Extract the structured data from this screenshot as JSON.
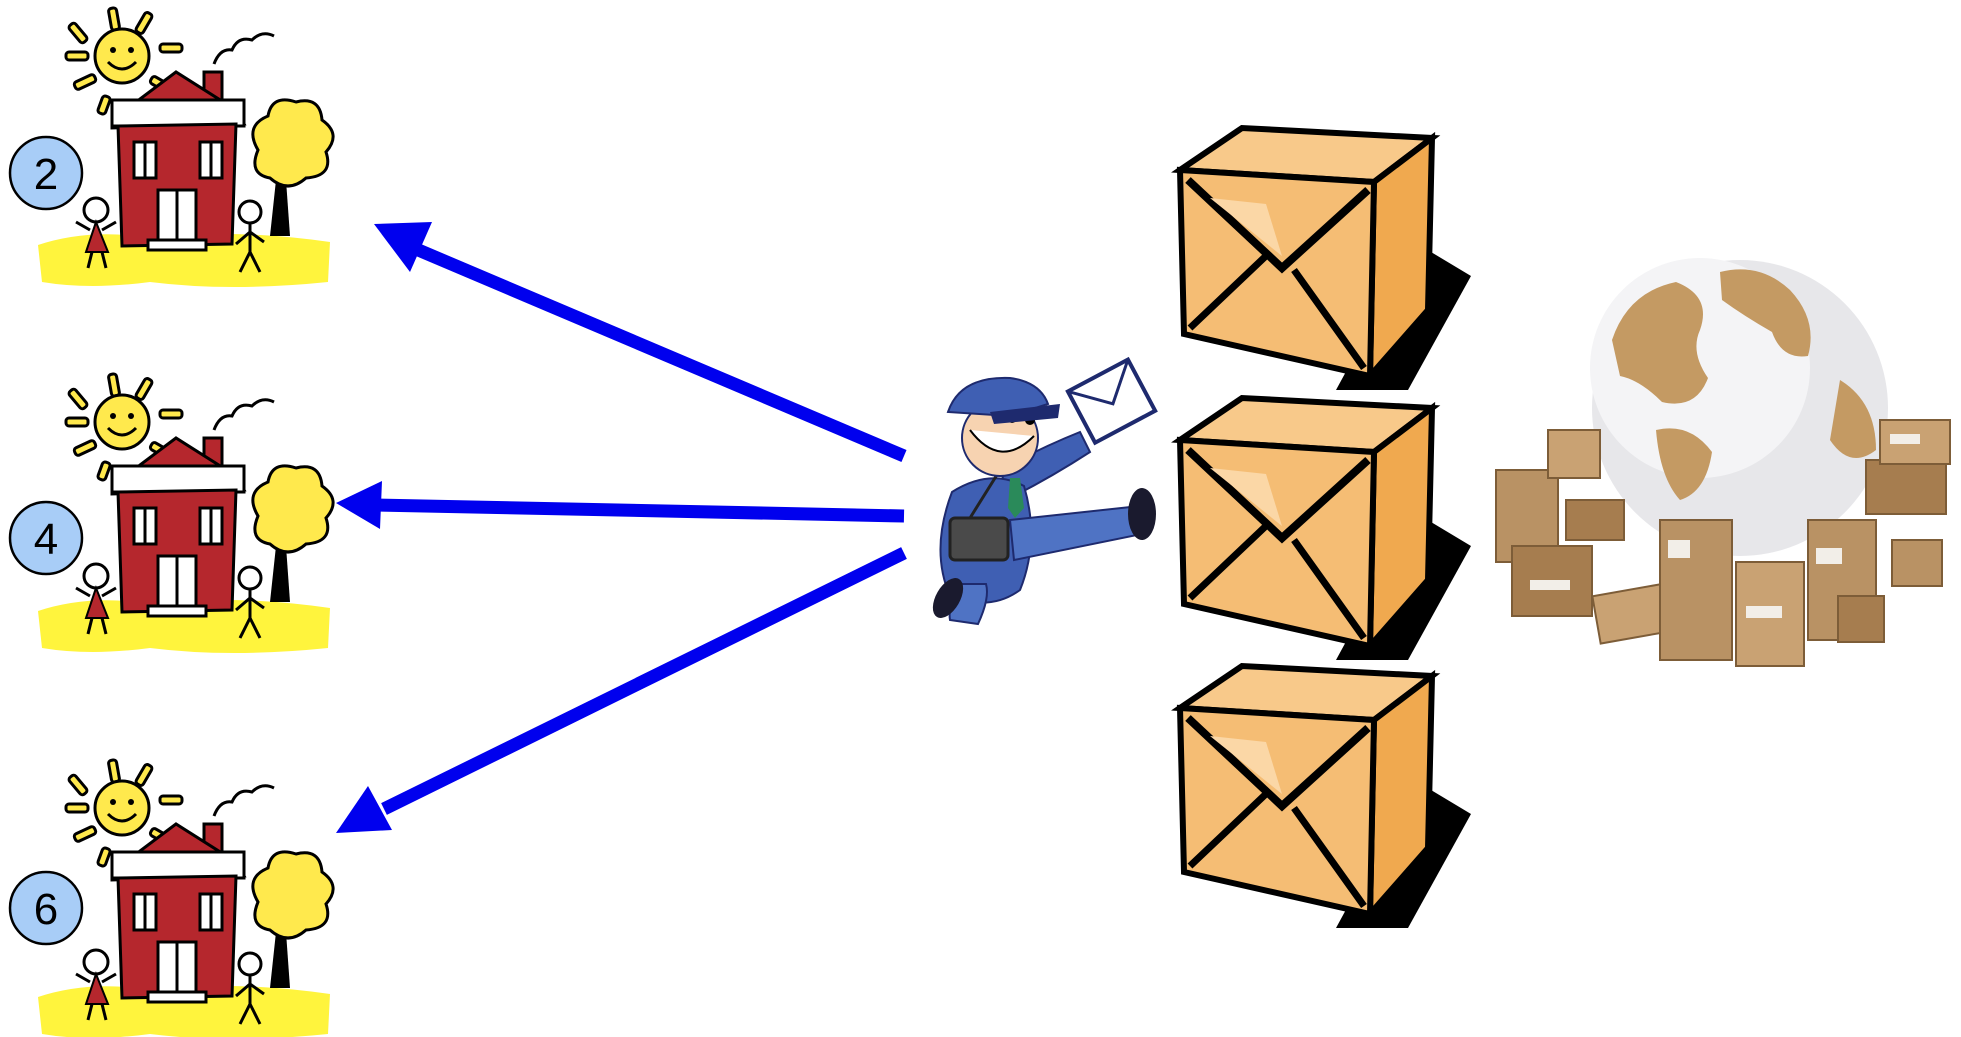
{
  "houses": [
    {
      "label": "2"
    },
    {
      "label": "4"
    },
    {
      "label": "6"
    }
  ],
  "colors": {
    "arrow": "#0000ee",
    "badge_fill": "#a8cdf7",
    "house_red": "#b5272d",
    "sun_yellow": "#ffe94d",
    "ground_yellow": "#fff43d",
    "crate_orange": "#f5bd74",
    "cardboard_brown": "#b99264",
    "uniform_blue": "#3f5fb3"
  },
  "icons": {
    "house": "house-icon",
    "mail_carrier": "mail-carrier-icon",
    "package": "package-icon",
    "globe": "globe-with-packages-icon"
  }
}
